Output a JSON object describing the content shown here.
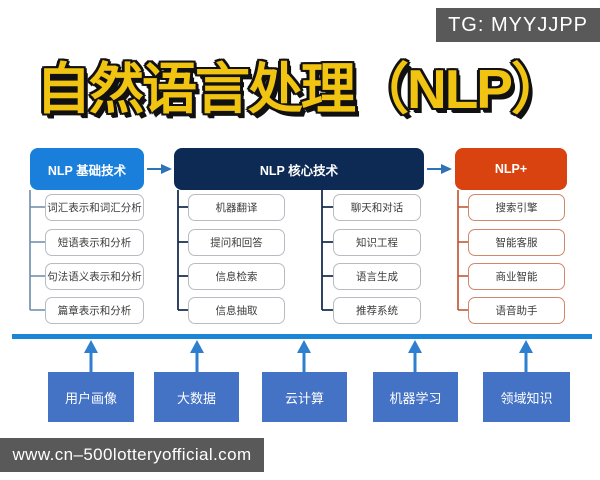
{
  "watermarks": {
    "telegram": "TG: MYYJJPP",
    "website": "www.cn–500lotteryofficial.com"
  },
  "title": "自然语言处理（NLP）",
  "flowchart": {
    "groups": [
      {
        "header": "NLP 基础技术",
        "columns": [
          [
            "词汇表示和词汇分析",
            "短语表示和分析",
            "句法语义表示和分析",
            "篇章表示和分析"
          ]
        ]
      },
      {
        "header": "NLP 核心技术",
        "columns": [
          [
            "机器翻译",
            "提问和回答",
            "信息检索",
            "信息抽取"
          ],
          [
            "聊天和对话",
            "知识工程",
            "语言生成",
            "推荐系统"
          ]
        ]
      },
      {
        "header": "NLP+",
        "columns": [
          [
            "搜索引擎",
            "智能客服",
            "商业智能",
            "语音助手"
          ]
        ]
      }
    ],
    "foundations": [
      "用户画像",
      "大数据",
      "云计算",
      "机器学习",
      "领域知识"
    ]
  },
  "icons": {
    "flow_arrow_icon": "→",
    "up_arrow_icon": "↑"
  },
  "colors": {
    "header_basic_blue": "#1a7edb",
    "header_core_navy": "#0d2a55",
    "header_plus_orange": "#d8430f",
    "foundation_blue": "#4472c4",
    "bus_bar_blue": "#1b85d8",
    "up_arrow_blue": "#2e7fd0",
    "connector_left": "#6a8cab",
    "connector_core": "#1b2f52",
    "connector_plus": "#bf4f2b",
    "title_yellow": "#f2c412",
    "watermark_gray": "#595959"
  }
}
